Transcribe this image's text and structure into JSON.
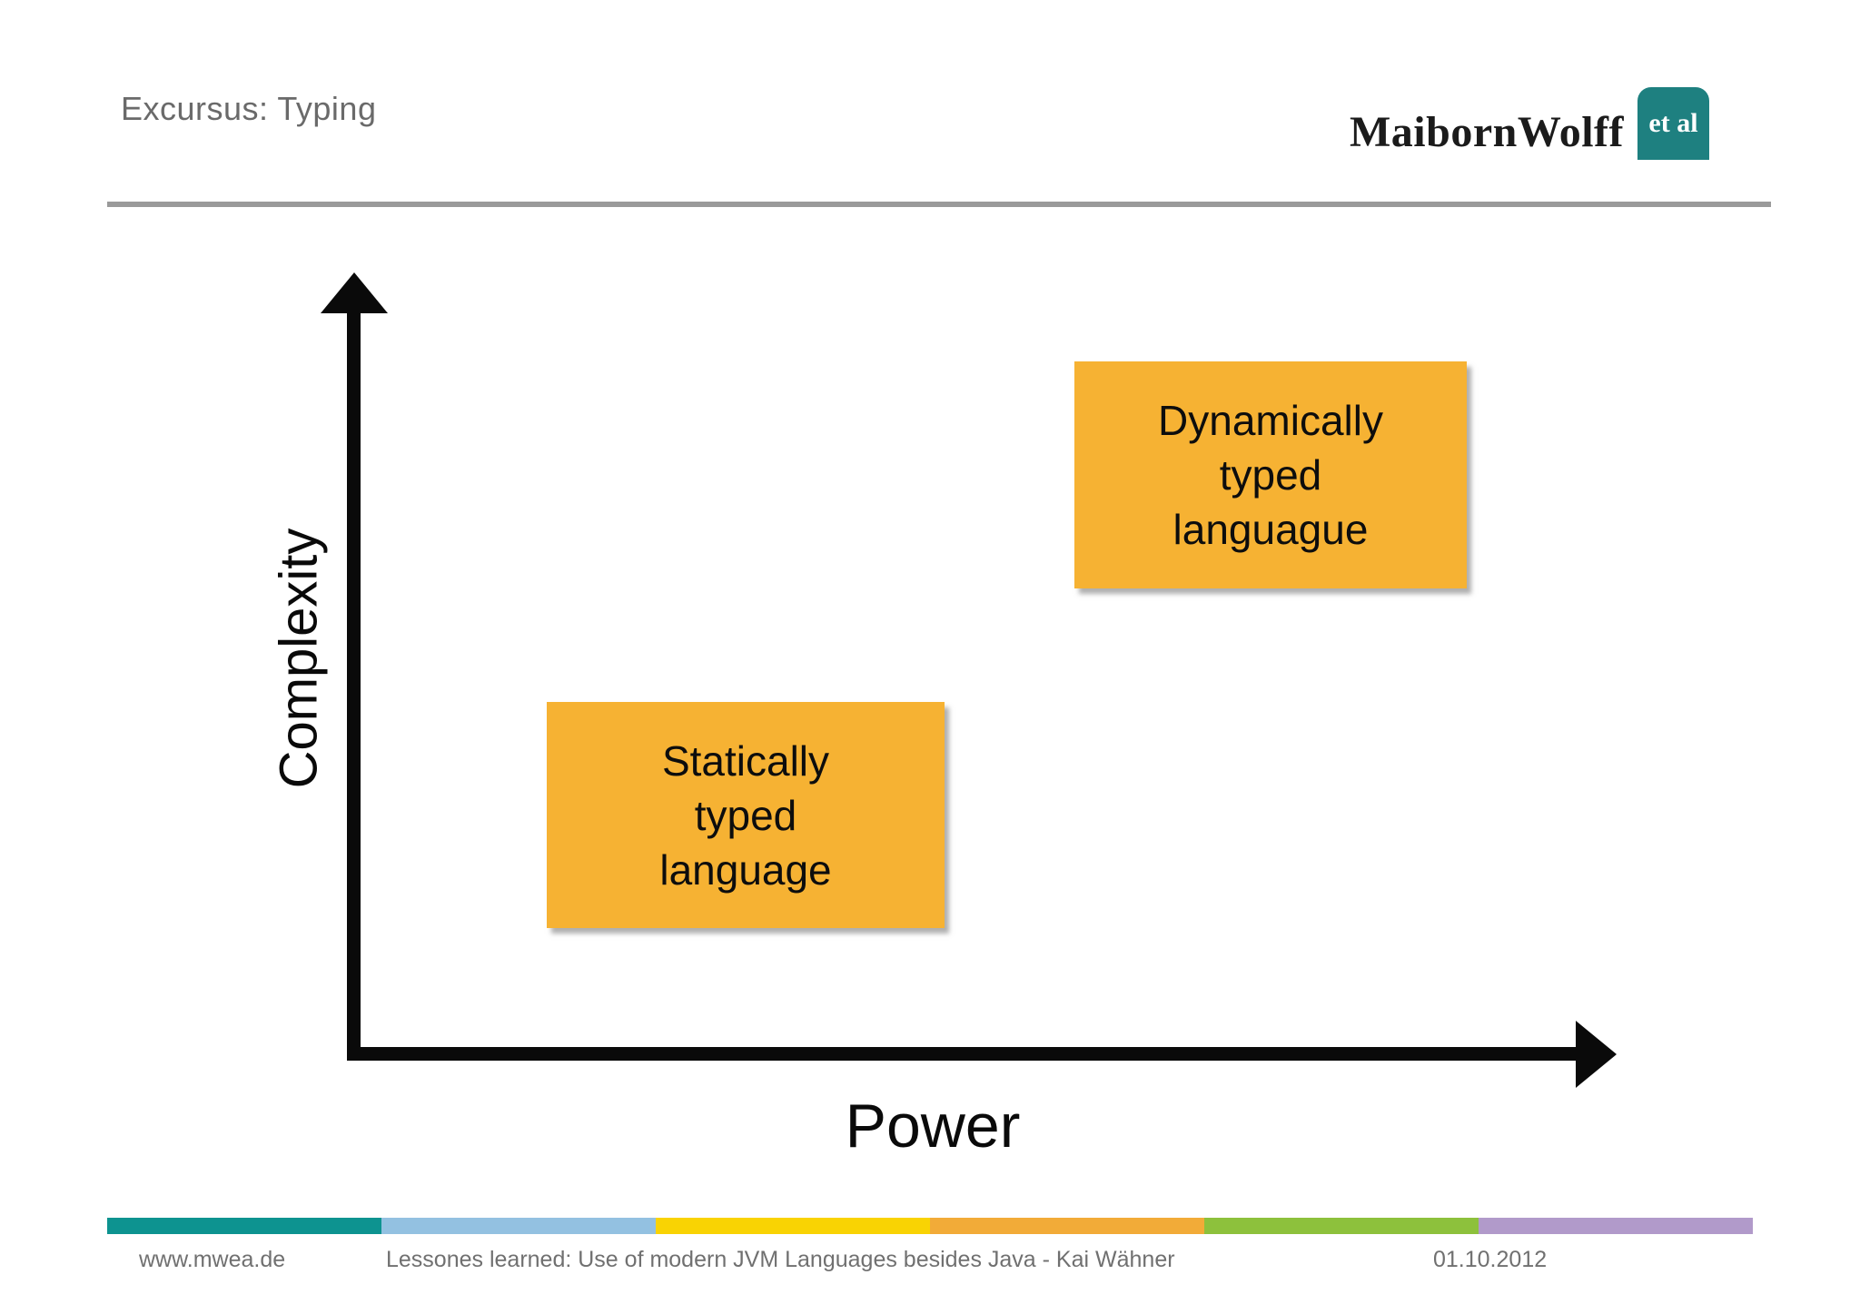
{
  "header": {
    "title": "Excursus: Typing",
    "logo": {
      "brand": "MaibornWolff",
      "badge": "et al",
      "badge_color": "#1e8080"
    },
    "divider_color": "#9a9a9a"
  },
  "diagram": {
    "y_axis_label": "Complexity",
    "x_axis_label": "Power",
    "box_color": "#f6b233",
    "boxes": [
      {
        "name": "statically-typed",
        "lines": [
          "Statically",
          "typed",
          "language"
        ],
        "position_hint": "low power, low complexity"
      },
      {
        "name": "dynamically-typed",
        "lines": [
          "Dynamically",
          "typed",
          "languague"
        ],
        "position_hint": "high power, high complexity"
      }
    ]
  },
  "footer": {
    "website": "www.mwea.de",
    "caption": "Lessones learned: Use of modern JVM Languages besides Java - Kai Wähner",
    "date": "01.10.2012",
    "stripe_colors": [
      "#0d9390",
      "#93c1e1",
      "#f9d303",
      "#f2ab38",
      "#8dc13c",
      "#b19aca"
    ]
  }
}
